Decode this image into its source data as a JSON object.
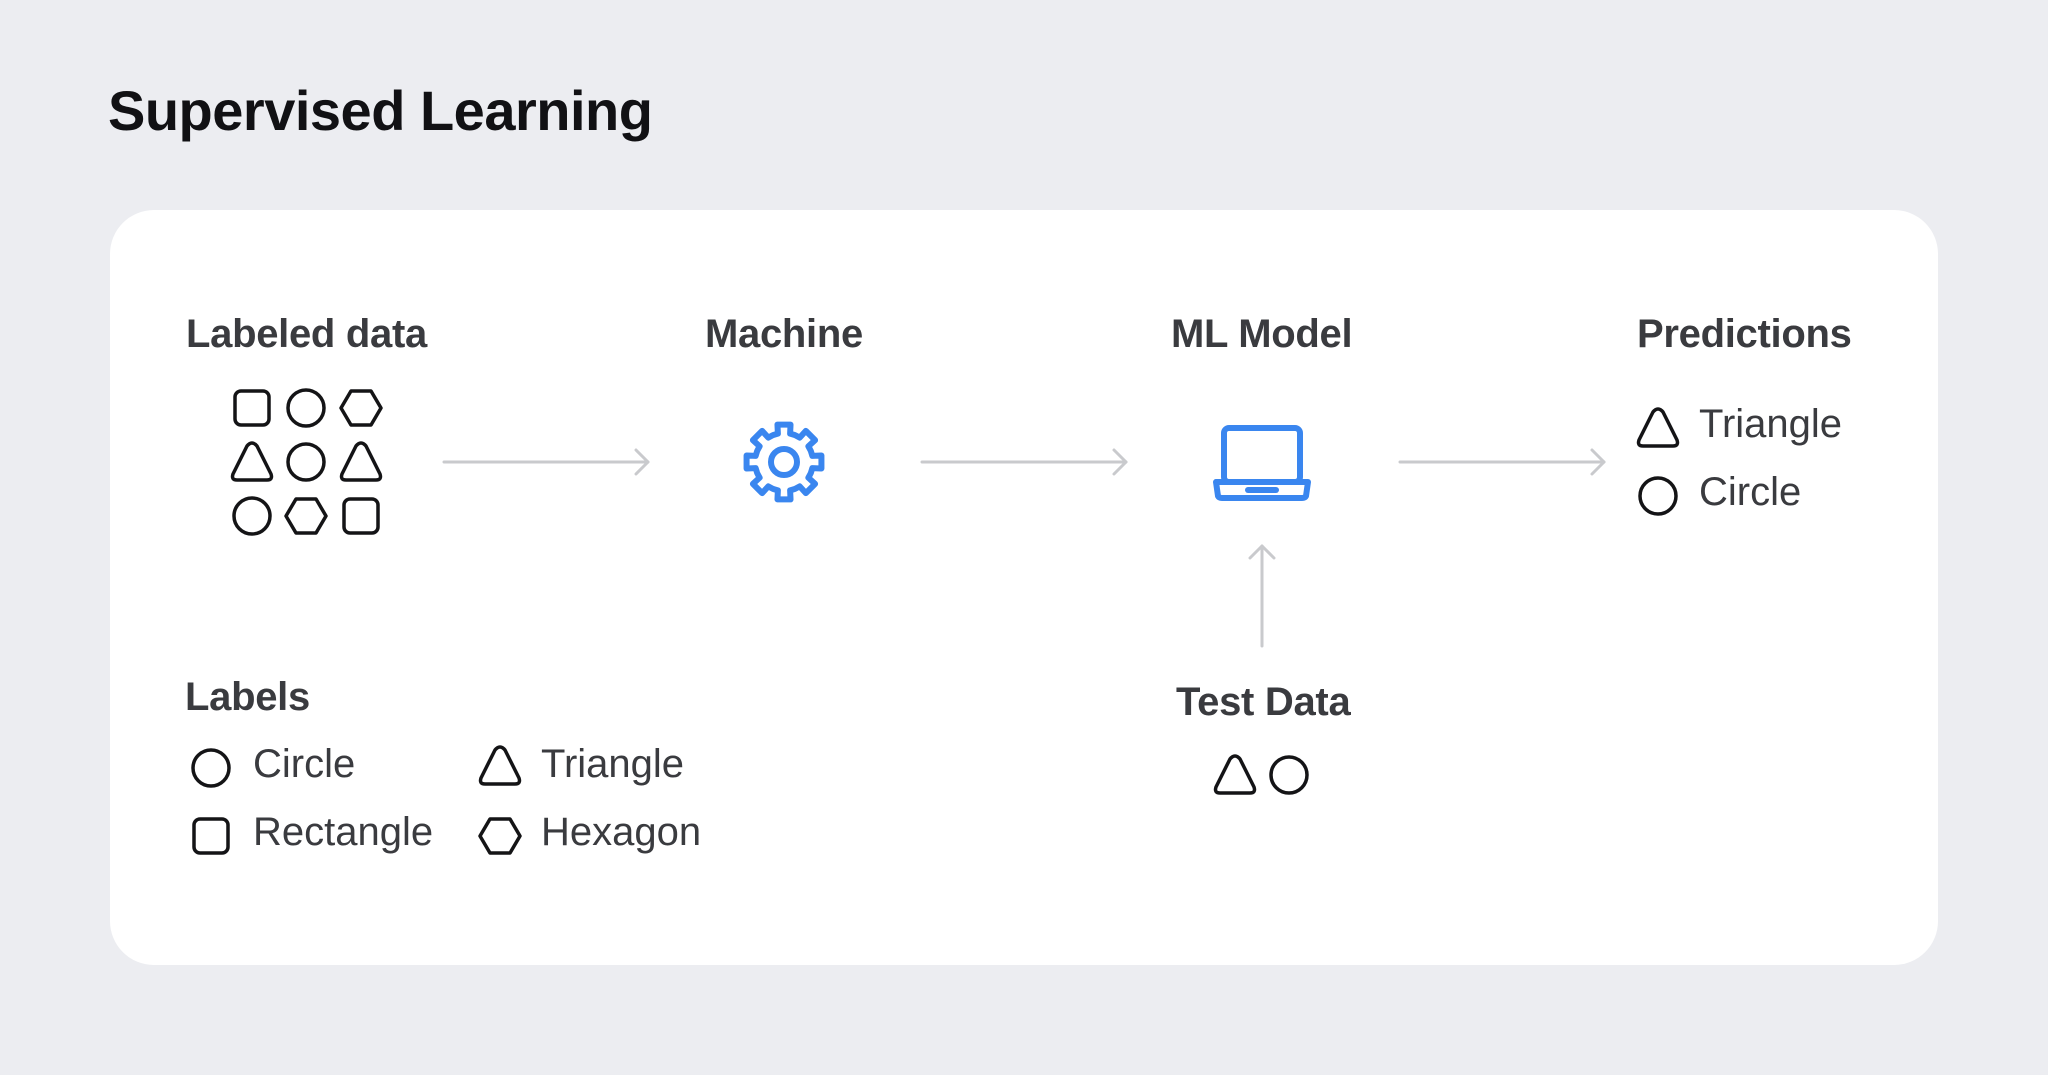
{
  "title": "Supervised Learning",
  "stages": {
    "labeled_data": "Labeled data",
    "machine": "Machine",
    "ml_model": "ML Model",
    "predictions": "Predictions",
    "test_data": "Test Data"
  },
  "labeled_data_grid": [
    [
      "rectangle",
      "circle",
      "hexagon"
    ],
    [
      "triangle",
      "circle",
      "triangle"
    ],
    [
      "circle",
      "hexagon",
      "rectangle"
    ]
  ],
  "predictions": [
    {
      "shape": "triangle",
      "label": "Triangle"
    },
    {
      "shape": "circle",
      "label": "Circle"
    }
  ],
  "test_data_shapes": [
    "triangle",
    "circle"
  ],
  "labels": {
    "heading": "Labels",
    "items": [
      {
        "shape": "circle",
        "label": "Circle"
      },
      {
        "shape": "triangle",
        "label": "Triangle"
      },
      {
        "shape": "rectangle",
        "label": "Rectangle"
      },
      {
        "shape": "hexagon",
        "label": "Hexagon"
      }
    ]
  },
  "icons": {
    "machine": "gear-icon",
    "ml_model": "laptop-icon"
  },
  "colors": {
    "accent": "#3a86ef",
    "arrow": "#c9cacd",
    "shape_stroke": "#141416",
    "background": "#ecedf1",
    "card": "#ffffff"
  }
}
